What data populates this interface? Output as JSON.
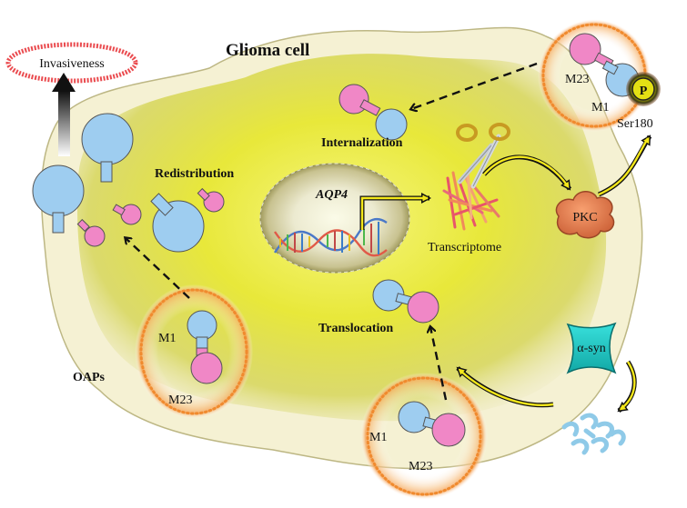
{
  "title": "Glioma cell",
  "labels": {
    "invasiveness": "Invasiveness",
    "redistribution": "Redistribution",
    "internalization": "Internalization",
    "translocation": "Translocation",
    "aqp4": "AQP4",
    "transcriptome": "Transcriptome",
    "pkc": "PKC",
    "phospho": "P",
    "ser180": "Ser180",
    "alpha_syn": "α-syn",
    "oaps": "OAPs",
    "m1_top": "M1",
    "m23_top": "M23",
    "m1_left": "M1",
    "m23_left": "M23",
    "m1_bottom": "M1",
    "m23_bottom": "M23"
  },
  "colors": {
    "cell_outer": "#f4f0cf",
    "cell_inner": "#d8d818",
    "m1_blue": "#9ecdf0",
    "m23_pink": "#f087c6",
    "orange_halo": "#f5a45a",
    "invasive_ring": "#e8383c",
    "alpha_syn": "#22c7c4",
    "pkc": "#e0784a",
    "arrow_yellow": "#f4e81a"
  }
}
